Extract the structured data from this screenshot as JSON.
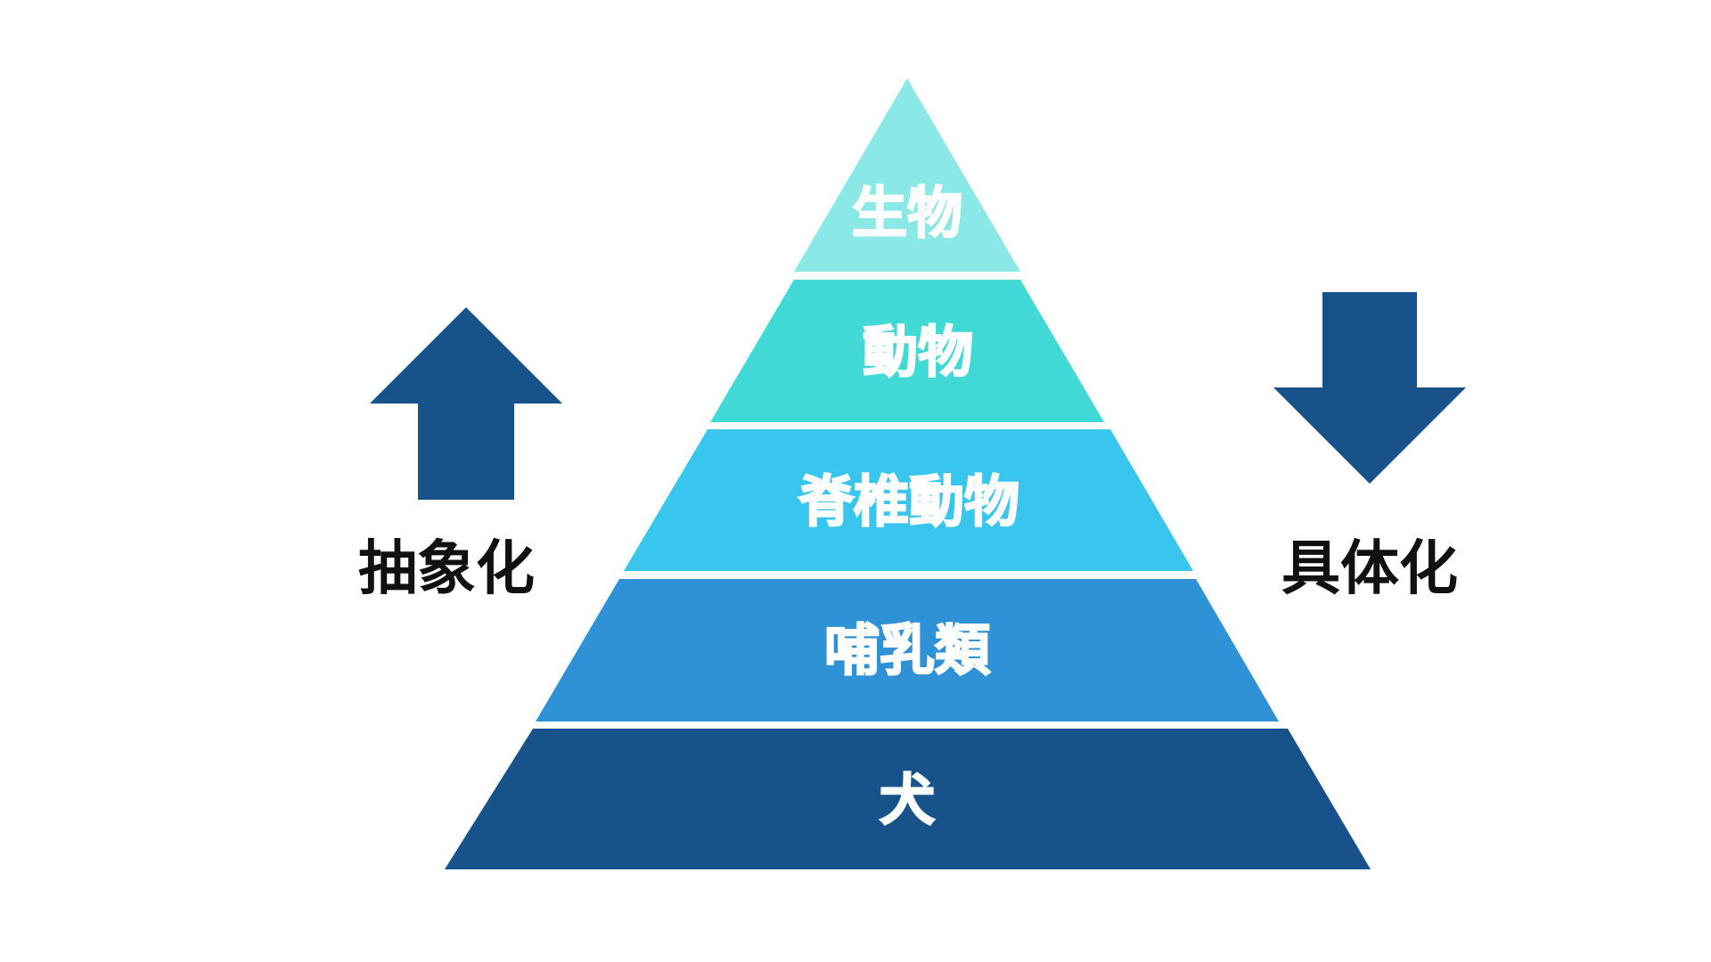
{
  "tiers": [
    {
      "label": "生物",
      "color": "#8AE9E6"
    },
    {
      "label": "動物",
      "color": "#40D9D6"
    },
    {
      "label": "脊椎動物",
      "color": "#39C6EE"
    },
    {
      "label": "哺乳類",
      "color": "#2F91D6"
    },
    {
      "label": "犬",
      "color": "#17538A"
    }
  ],
  "left": {
    "label": "抽象化",
    "arrow": "arrow-up",
    "color": "#17538A"
  },
  "right": {
    "label": "具体化",
    "arrow": "arrow-down",
    "color": "#17538A"
  }
}
